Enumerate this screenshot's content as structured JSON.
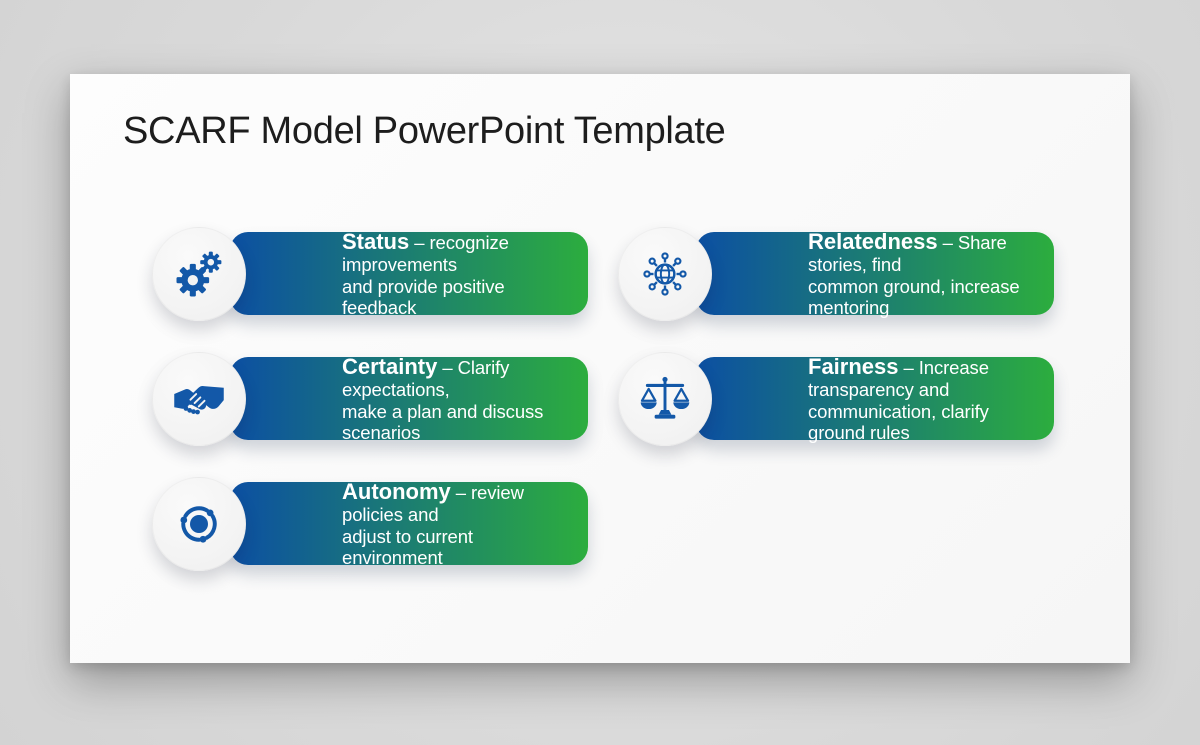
{
  "slide": {
    "title": "SCARF Model PowerPoint Template"
  },
  "colors": {
    "pill_gradient_start": "#0C4FA3",
    "pill_gradient_end": "#2CAD3E",
    "icon_blue": "#1358A8",
    "circle_bg": "#F3F3F3",
    "title_color": "#1D1D1D",
    "text_on_pill": "#FFFFFF"
  },
  "items": [
    {
      "name": "Status",
      "description": "– recognize improvements\nand provide positive feedback",
      "icon": "gears-icon"
    },
    {
      "name": "Relatedness",
      "description": "– Share stories, find\ncommon ground, increase mentoring",
      "icon": "network-globe-icon"
    },
    {
      "name": "Certainty",
      "description": "– Clarify expectations,\nmake a plan and discuss scenarios",
      "icon": "handshake-icon"
    },
    {
      "name": "Fairness",
      "description": "– Increase transparency and\ncommunication, clarify ground rules",
      "icon": "scales-icon"
    },
    {
      "name": "Autonomy",
      "description": "– review policies and\nadjust to current environment",
      "icon": "orbit-icon"
    }
  ]
}
